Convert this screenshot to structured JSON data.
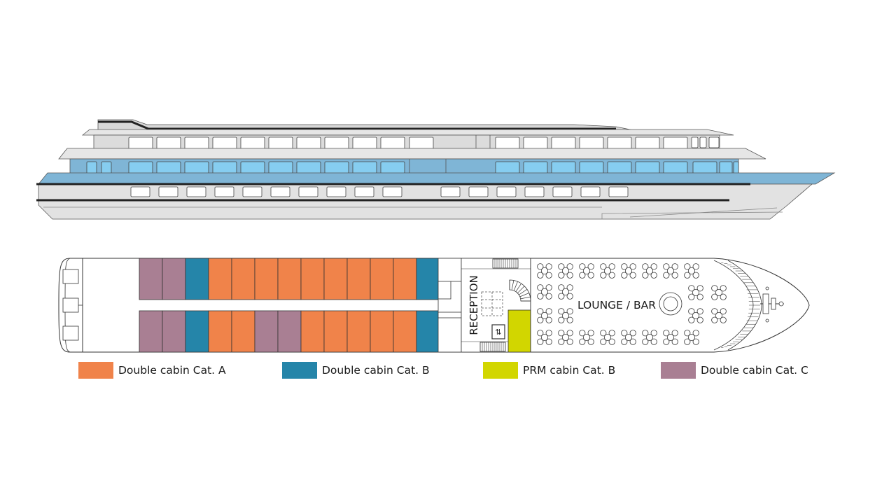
{
  "colors": {
    "cat_a": "#f0834a",
    "cat_b": "#2585a9",
    "prm_b": "#d2d600",
    "cat_c": "#a97f93",
    "window_blue": "#86cdf0",
    "hull_blue": "#7fb5d6",
    "hull_grey": "#e2e2e2",
    "outline": "#333333"
  },
  "deck_plan": {
    "reception_label": "RECEPTION",
    "lounge_label": "LOUNGE / BAR",
    "top_row": [
      "C",
      "C",
      "B",
      "A",
      "A",
      "A",
      "A",
      "A",
      "A",
      "A",
      "A",
      "A",
      "B"
    ],
    "bottom_row": [
      "C",
      "C",
      "B",
      "A",
      "A",
      "C",
      "C",
      "A",
      "A",
      "A",
      "A",
      "A",
      "B"
    ]
  },
  "legend": [
    {
      "label": "Double cabin Cat. A",
      "color": "#f0834a"
    },
    {
      "label": "Double cabin Cat. B",
      "color": "#2585a9"
    },
    {
      "label": "PRM cabin Cat. B",
      "color": "#d2d600"
    },
    {
      "label": "Double cabin Cat. C",
      "color": "#a97f93"
    }
  ]
}
